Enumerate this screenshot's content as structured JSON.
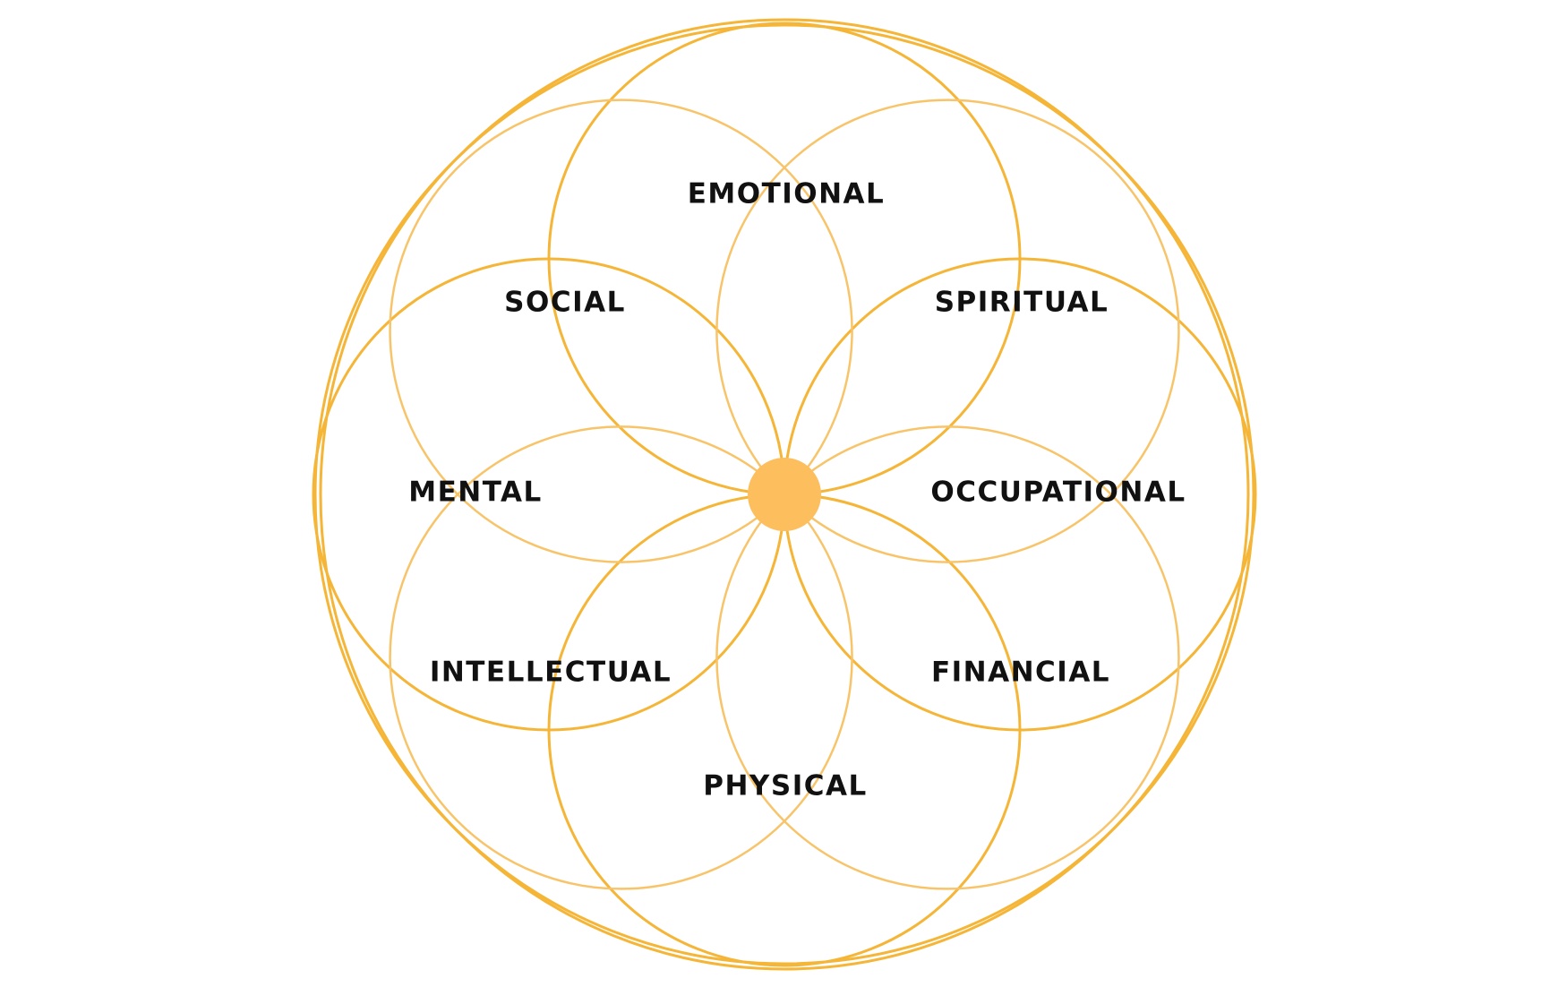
{
  "diagram": {
    "colors": {
      "outer_stroke": "#F5B537",
      "major_stroke": "#F5B537",
      "minor_stroke": "#F8C46A",
      "center_dot": "#FDBE5E",
      "label_text": "#111111",
      "background": "#FFFFFF"
    },
    "dimensions": [
      {
        "id": "emotional",
        "label": "EMOTIONAL"
      },
      {
        "id": "spiritual",
        "label": "SPIRITUAL"
      },
      {
        "id": "occupational",
        "label": "OCCUPATIONAL"
      },
      {
        "id": "financial",
        "label": "FINANCIAL"
      },
      {
        "id": "physical",
        "label": "PHYSICAL"
      },
      {
        "id": "intellectual",
        "label": "INTELLECTUAL"
      },
      {
        "id": "mental",
        "label": "MENTAL"
      },
      {
        "id": "social",
        "label": "SOCIAL"
      }
    ]
  }
}
